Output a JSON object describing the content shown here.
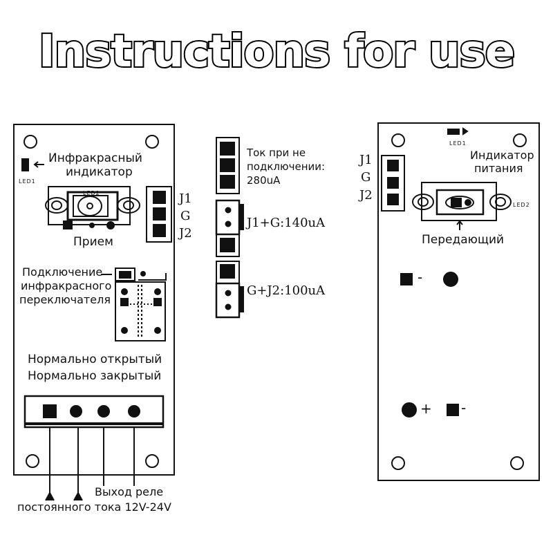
{
  "title": "Instructions for use",
  "left_board": {
    "led1": "LED1",
    "led2": "LED2",
    "ir_indicator": [
      "Инфракрасный",
      "индикатор"
    ],
    "receive": "Прием",
    "pins": [
      "J1",
      "G",
      "J2"
    ],
    "ir_switch_connection": [
      "Подключение",
      "инфракрасного",
      "переключателя"
    ],
    "normally_open": "Нормально открытый",
    "normally_closed": "Нормально закрытый",
    "relay_output": "Выход реле",
    "dc_current": "постоянного тока 12V-24V"
  },
  "middle": {
    "unconnected_current": [
      "Ток при не",
      "подключении:",
      "280uA"
    ],
    "j1g_current": "J1+G:140uA",
    "gj2_current": "G+J2:100uA"
  },
  "right_board": {
    "led1": "LED1",
    "led2": "LED2",
    "pins": [
      "J1",
      "G",
      "J2"
    ],
    "power_indicator": [
      "Индикатор",
      "питания"
    ],
    "transmitter": "Передающий",
    "minus": "-",
    "plus": "+"
  }
}
